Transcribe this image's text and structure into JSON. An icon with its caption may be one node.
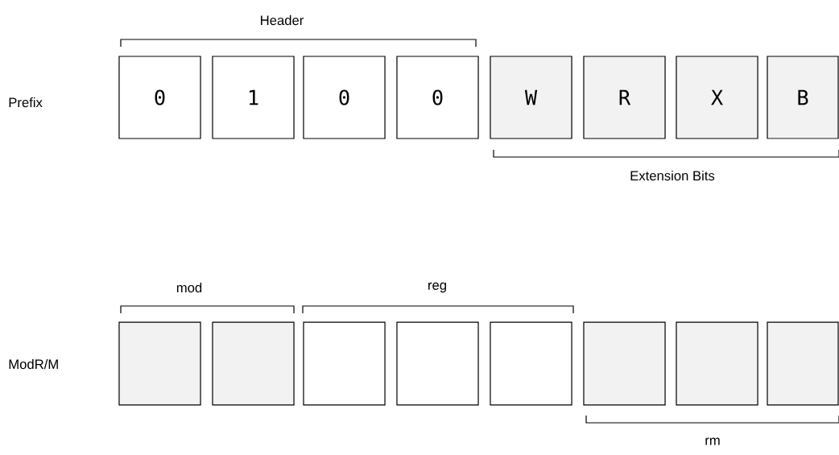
{
  "diagram": {
    "nodes": [
      {
        "text": [
          "0"
        ]
      },
      {
        "text": [
          "1"
        ]
      },
      {
        "text": [
          "0"
        ]
      },
      {
        "text": [
          "0"
        ]
      },
      {
        "text": [
          "W"
        ]
      },
      {
        "text": [
          "R"
        ]
      },
      {
        "text": [
          "X"
        ]
      },
      {
        "text": [
          "B"
        ]
      },
      {
        "text": [],
        "shape": "box"
      },
      {
        "text": [],
        "shape": "box"
      },
      {
        "text": [],
        "shape": "box"
      },
      {
        "text": [],
        "shape": "box"
      },
      {
        "text": [],
        "shape": "box"
      },
      {
        "text": [],
        "shape": "box"
      },
      {
        "text": [],
        "shape": "box"
      },
      {
        "text": [],
        "shape": "box"
      }
    ],
    "labels": [
      "Header",
      "Prefix",
      "Extension Bits",
      "mod",
      "reg",
      "ModR/M",
      "rm"
    ]
  }
}
